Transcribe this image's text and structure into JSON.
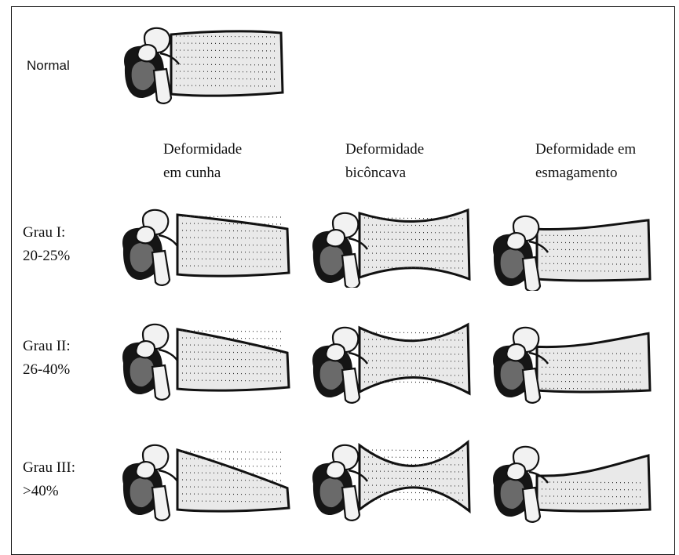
{
  "figure": {
    "normal_label": "Normal",
    "columns": [
      {
        "id": "wedge",
        "label": "Deformidade\nem cunha"
      },
      {
        "id": "biconcave",
        "label": "Deformidade\nbicôncava"
      },
      {
        "id": "crush",
        "label": "Deformidade  em\nesmagamento"
      }
    ],
    "grades": [
      {
        "id": "grade-1",
        "label": "Grau I:\n20-25%",
        "severity": 0.22
      },
      {
        "id": "grade-2",
        "label": "Grau II:\n26-40%",
        "severity": 0.33
      },
      {
        "id": "grade-3",
        "label": "Grau III:\n>40%",
        "severity": 0.5
      }
    ]
  }
}
